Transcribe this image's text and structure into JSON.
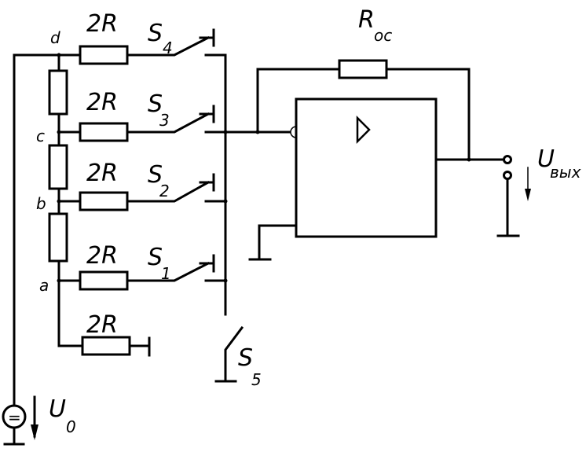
{
  "labels": {
    "node_d": "d",
    "node_c": "c",
    "node_b": "b",
    "node_a": "a",
    "r_2r_1": "2R",
    "r_2r_2": "2R",
    "r_2r_3": "2R",
    "r_2r_4": "2R",
    "r_2r_5": "2R",
    "s4_main": "S",
    "s4_sub": "4",
    "s3_main": "S",
    "s3_sub": "3",
    "s2_main": "S",
    "s2_sub": "2",
    "s1_main": "S",
    "s1_sub": "1",
    "s5_main": "S",
    "s5_sub": "5",
    "roc_main": "R",
    "roc_sub": "ос",
    "uout_main": "U",
    "uout_sub": "вых",
    "u0_main": "U",
    "u0_sub": "0",
    "source_symbol": "="
  }
}
